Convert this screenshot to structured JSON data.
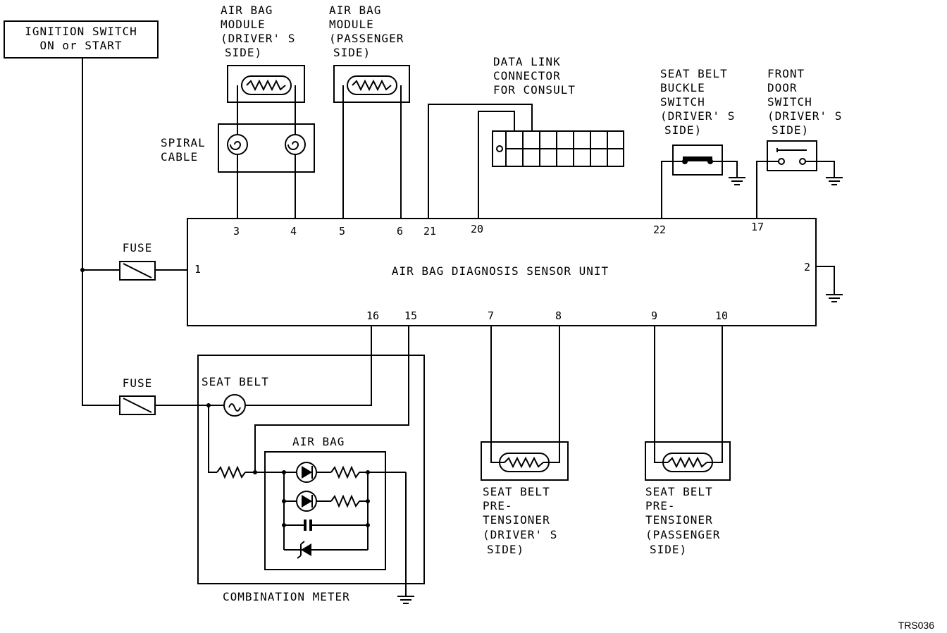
{
  "labels": {
    "ignition_1": "IGNITION SWITCH",
    "ignition_2": "ON or START",
    "drv_module_1": "AIR BAG",
    "drv_module_2": "MODULE",
    "drv_module_3": "(DRIVER' S",
    "drv_module_4": "SIDE)",
    "psg_module_1": "AIR BAG",
    "psg_module_2": "MODULE",
    "psg_module_3": "(PASSENGER",
    "psg_module_4": "SIDE)",
    "spiral_1": "SPIRAL",
    "spiral_2": "CABLE",
    "dlc_1": "DATA LINK",
    "dlc_2": "CONNECTOR",
    "dlc_3": "FOR CONSULT",
    "buckle_1": "SEAT BELT",
    "buckle_2": "BUCKLE",
    "buckle_3": "SWITCH",
    "buckle_4": "(DRIVER' S",
    "buckle_5": "SIDE)",
    "door_1": "FRONT",
    "door_2": "DOOR",
    "door_3": "SWITCH",
    "door_4": "(DRIVER' S",
    "door_5": "SIDE)",
    "fuse_top": "FUSE",
    "fuse_bottom": "FUSE",
    "unit": "AIR BAG DIAGNOSIS SENSOR UNIT",
    "seatbelt_lamp": "SEAT BELT",
    "airbag_lamp": "AIR BAG",
    "combination_meter": "COMBINATION METER",
    "pt_drv_1": "SEAT BELT",
    "pt_drv_2": "PRE-",
    "pt_drv_3": "TENSIONER",
    "pt_drv_4": "(DRIVER' S",
    "pt_drv_5": "SIDE)",
    "pt_psg_1": "SEAT BELT",
    "pt_psg_2": "PRE-",
    "pt_psg_3": "TENSIONER",
    "pt_psg_4": "(PASSENGER",
    "pt_psg_5": "SIDE)",
    "figure_code": "TRS036"
  },
  "pins": {
    "p1": "1",
    "p2": "2",
    "p3": "3",
    "p4": "4",
    "p5": "5",
    "p6": "6",
    "p7": "7",
    "p8": "8",
    "p9": "9",
    "p10": "10",
    "p15": "15",
    "p16": "16",
    "p17": "17",
    "p20": "20",
    "p21": "21",
    "p22": "22"
  }
}
